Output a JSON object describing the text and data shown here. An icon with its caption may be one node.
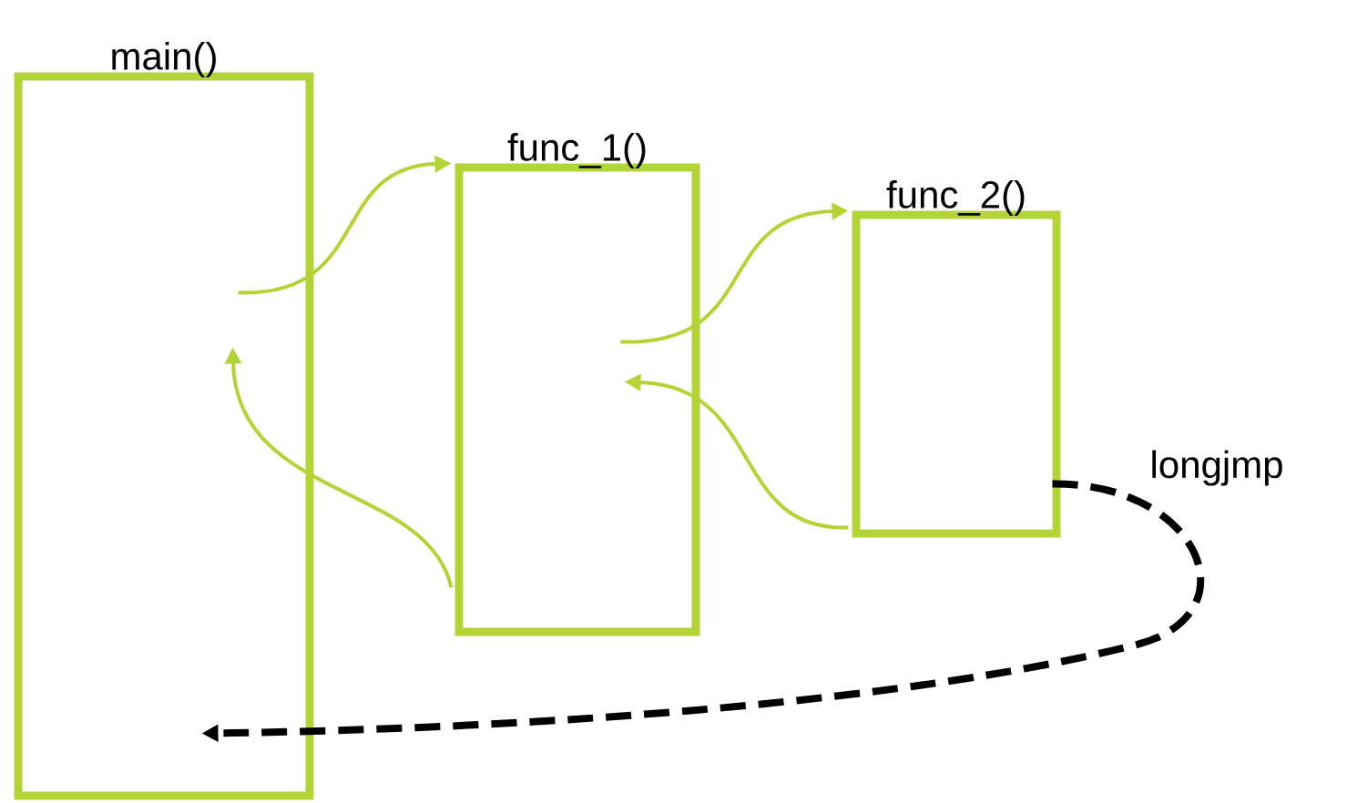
{
  "diagram": {
    "nodes": [
      {
        "text": [
          "main()"
        ]
      },
      {
        "text": [
          "func_1()"
        ]
      },
      {
        "text": [
          "func_2()"
        ]
      }
    ],
    "edges": [
      {
        "from": 0,
        "to": 1,
        "arrow": "to"
      },
      {
        "from": 1,
        "to": 0,
        "arrow": "to"
      },
      {
        "from": 1,
        "to": 2,
        "arrow": "to"
      },
      {
        "from": 2,
        "to": 1,
        "arrow": "to"
      },
      {
        "from": 2,
        "to": 0,
        "arrow": "to",
        "label": "longjmp",
        "style": "dashed",
        "color": "#000000"
      }
    ]
  }
}
